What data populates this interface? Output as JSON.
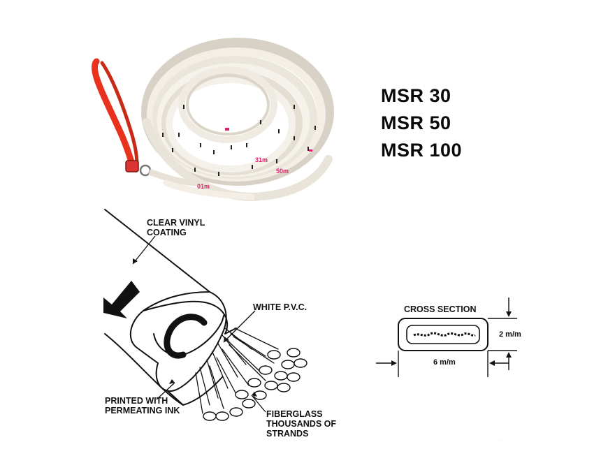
{
  "models": [
    "MSR 30",
    "MSR 50",
    "MSR 100"
  ],
  "tape_markings": [
    "01m",
    "31m",
    "50m"
  ],
  "callouts": {
    "clear_vinyl": [
      "CLEAR VINYL",
      "COATING"
    ],
    "white_pvc": "WHITE P.V.C.",
    "printed_ink": [
      "PRINTED WITH",
      "PERMEATING INK"
    ],
    "fiberglass": [
      "FIBERGLASS",
      "THOUSANDS OF",
      "STRANDS"
    ]
  },
  "cross_section": {
    "title": "CROSS SECTION",
    "height_label": "2 m/m",
    "width_label": "6 m/m"
  },
  "colors": {
    "strap": "#e8321e",
    "tape_marks": "#e0206a",
    "tape_body": "#f1ede4"
  }
}
